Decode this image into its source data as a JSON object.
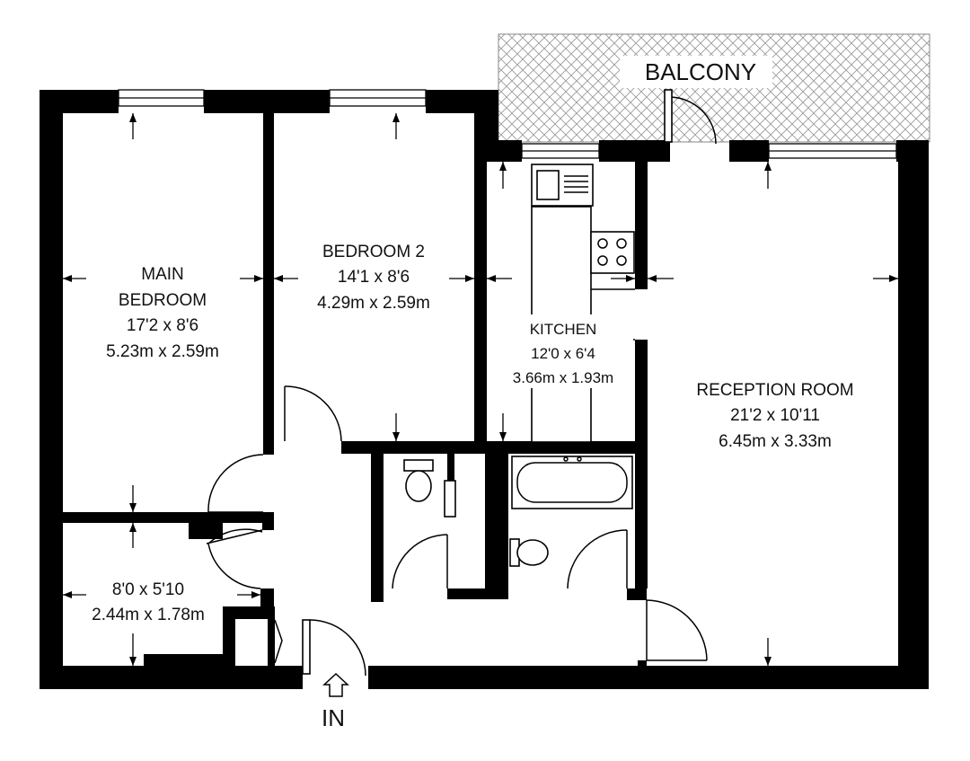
{
  "rooms": {
    "main_bedroom": {
      "name_line1": "MAIN",
      "name_line2": "BEDROOM",
      "imperial": "17'2 x 8'6",
      "metric": "5.23m x 2.59m"
    },
    "bedroom2": {
      "name": "BEDROOM 2",
      "imperial": "14'1 x 8'6",
      "metric": "4.29m x 2.59m"
    },
    "kitchen": {
      "name": "KITCHEN",
      "imperial": "12'0 x 6'4",
      "metric": "3.66m x 1.93m"
    },
    "reception": {
      "name": "RECEPTION ROOM",
      "imperial": "21'2 x 10'11",
      "metric": "6.45m x 3.33m"
    },
    "small_room": {
      "imperial": "8'0 x 5'10",
      "metric": "2.44m x 1.78m"
    }
  },
  "balcony": {
    "label": "BALCONY"
  },
  "entrance": {
    "label": "IN"
  },
  "colors": {
    "wall": "#000000",
    "background": "#ffffff",
    "hatch": "#999999"
  }
}
